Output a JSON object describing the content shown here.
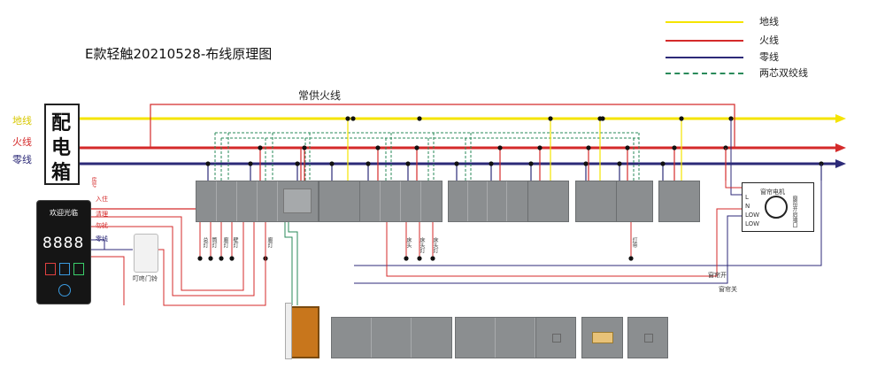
{
  "title": "E款轻触20210528-布线原理图",
  "legend": [
    {
      "label": "地线",
      "color": "#f5e400",
      "dashed": false
    },
    {
      "label": "火线",
      "color": "#d42a2a",
      "dashed": false
    },
    {
      "label": "零线",
      "color": "#2c2a78",
      "dashed": false
    },
    {
      "label": "两芯双绞线",
      "color": "#2a8a5a",
      "dashed": true
    }
  ],
  "mains": {
    "box_label": "配电箱",
    "box_chars": [
      "配",
      "电",
      "箱"
    ],
    "ground_label": "地线",
    "live_label": "火线",
    "neutral_label": "零线",
    "constant_live_label": "常供火线"
  },
  "colors": {
    "ground": "#f5e400",
    "live": "#d42a2a",
    "neutral": "#2c2a78",
    "twisted": "#2a8a5a",
    "panel": "#8b8e90"
  },
  "controller": {
    "brand": "欢迎光临",
    "display": "8888",
    "side_labels": [
      "房号",
      "入住",
      "清理",
      "勿扰",
      "零线"
    ],
    "doorbell_label": "叮咚门铃"
  },
  "curtain_motor": {
    "title": "窗帘电机",
    "pins": [
      "L",
      "N",
      "LOW",
      "LOW"
    ],
    "label": "窗帘开启端口"
  },
  "bottom_labels": {
    "light_group_1": [
      "总灯",
      "筒灯",
      "廊灯",
      "壁灯"
    ],
    "light_group_2": [
      "廊灯"
    ],
    "light_group_3": [
      "床头",
      "床头灯",
      "床头灯"
    ],
    "light_group_4": [
      "灯带"
    ],
    "curtain_open": "窗帘开",
    "curtain_close": "窗帘关"
  }
}
